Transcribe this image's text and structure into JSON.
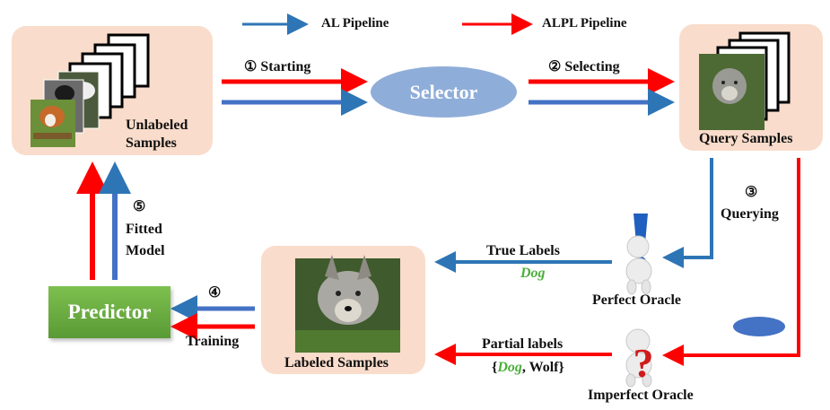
{
  "legend": {
    "al": "AL Pipeline",
    "alpl": "ALPL Pipeline"
  },
  "nodes": {
    "unlabeled_line1": "Unlabeled",
    "unlabeled_line2": "Samples",
    "selector": "Selector",
    "query": "Query Samples",
    "labeled": "Labeled Samples",
    "predictor": "Predictor",
    "perfect_oracle": "Perfect Oracle",
    "imperfect_oracle": "Imperfect Oracle"
  },
  "steps": {
    "s1": "① Starting",
    "s2": "② Selecting",
    "s3_num": "③",
    "s3": "Querying",
    "s4": "④",
    "s4_text": "Training",
    "s5_num": "⑤",
    "s5_line1": "Fitted",
    "s5_line2": "Model"
  },
  "labels": {
    "true_labels": "True Labels",
    "true_value": "Dog",
    "partial_labels": "Partial labels",
    "partial_open": "{",
    "partial_dog": "Dog",
    "partial_rest": ", Wolf}"
  },
  "colors": {
    "al": "#2e75b6",
    "alpl": "#ff0000",
    "panel": "#f9dccb",
    "dog_green": "#4caf3c"
  }
}
